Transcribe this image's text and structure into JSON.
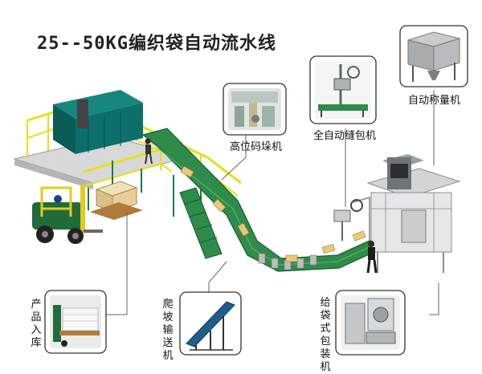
{
  "title": "25--50KG编织袋自动流水线",
  "labels": {
    "auto_weigher": "自动称量机",
    "auto_sewer": "全自动缝包机",
    "palletizer": "高位码垛机",
    "warehouse": "产品入库",
    "incline_conveyor": "爬坡输送机",
    "bag_packer": "给袋式包装机"
  },
  "colors": {
    "frame_green": "#1e7a3a",
    "conveyor_green": "#2f8b4a",
    "railing_yellow": "#e6e01a",
    "container_teal": "#0d6f6a",
    "machine_grey": "#bfc3c6",
    "forklift_yellow": "#e7c81c",
    "forklift_green": "#1f6b3a"
  }
}
